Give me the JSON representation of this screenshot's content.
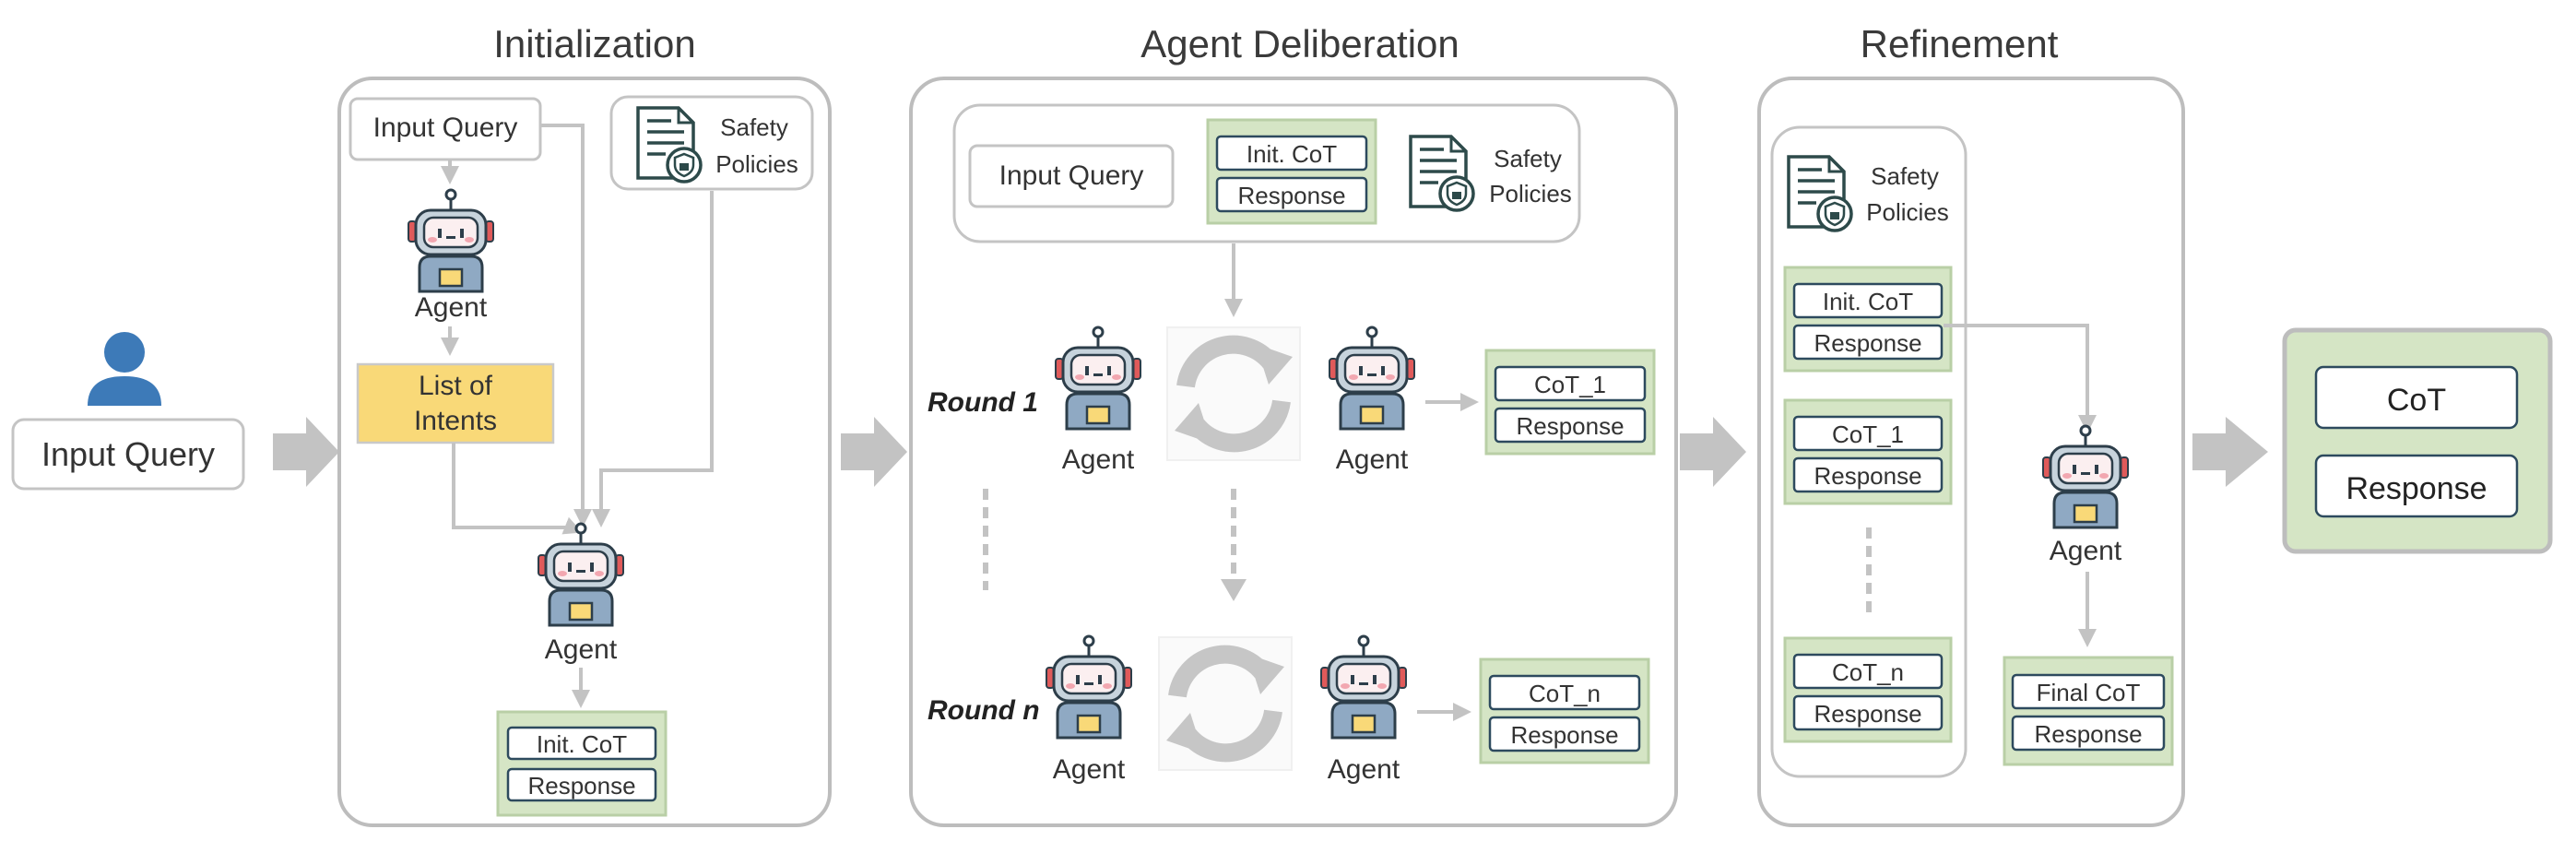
{
  "stages": {
    "init_title": "Initialization",
    "delib_title": "Agent Deliberation",
    "refine_title": "Refinement"
  },
  "user": {
    "input_query": "Input Query"
  },
  "init": {
    "input_query": "Input Query",
    "safety_policies_1": "Safety",
    "safety_policies_2": "Policies",
    "agent_top": "Agent",
    "intents_1": "List of",
    "intents_2": "Intents",
    "agent_bottom": "Agent",
    "init_cot": "Init. CoT",
    "response": "Response"
  },
  "delib": {
    "input_query": "Input Query",
    "init_cot": "Init. CoT",
    "response": "Response",
    "safety_policies_1": "Safety",
    "safety_policies_2": "Policies",
    "round_1": "Round 1",
    "round_n": "Round n",
    "agent": "Agent",
    "cot_1": "CoT_1",
    "cot_n": "CoT_n",
    "response_1": "Response",
    "response_n": "Response"
  },
  "refine": {
    "safety_policies_1": "Safety",
    "safety_policies_2": "Policies",
    "init_cot": "Init. CoT",
    "cot_1": "CoT_1",
    "cot_n": "CoT_n",
    "response": "Response",
    "agent": "Agent",
    "final_cot": "Final CoT",
    "final_response": "Response"
  },
  "output": {
    "cot": "CoT",
    "response": "Response"
  },
  "colors": {
    "panel_border": "#bdbdbd",
    "green_fill": "#d5e5c5",
    "yellow_fill": "#f9d978",
    "user_blue": "#3d7ab8",
    "connector": "#c3c3c3"
  },
  "icons": [
    "user-icon",
    "robot-agent-icon",
    "safety-policy-document-icon",
    "refresh-cycle-icon"
  ]
}
